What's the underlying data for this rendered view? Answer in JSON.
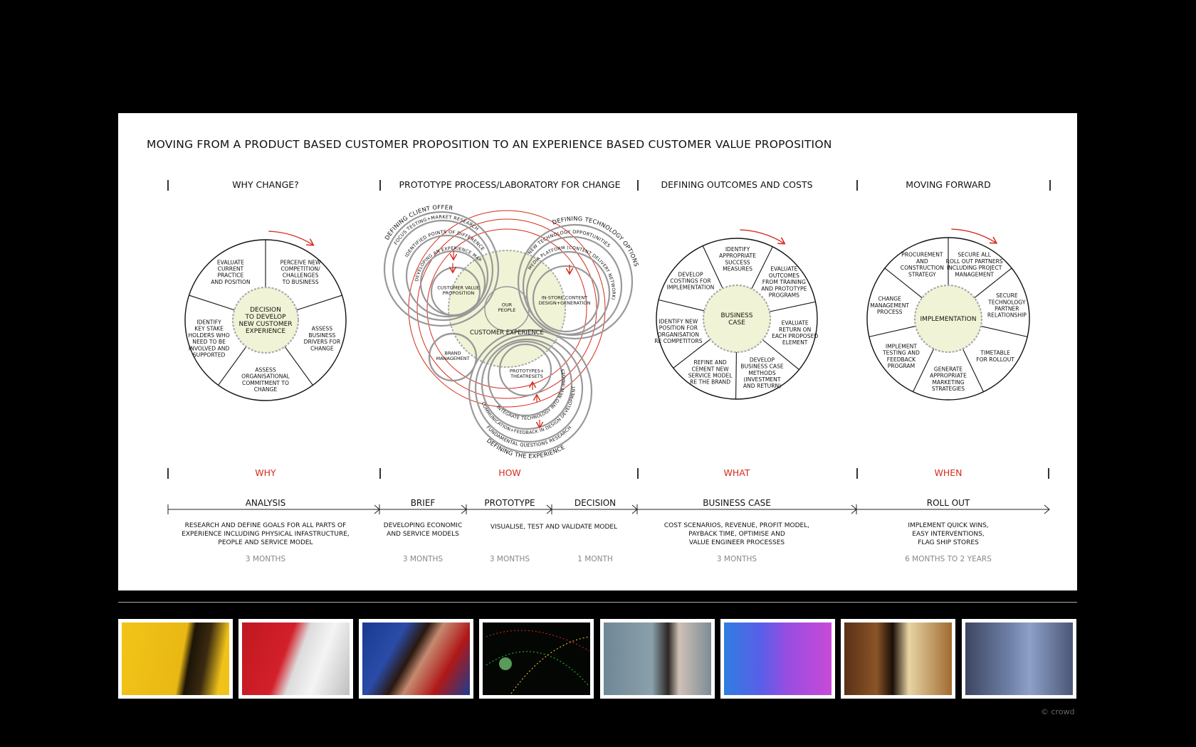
{
  "title": "MOVING FROM A PRODUCT BASED CUSTOMER PROPOSITION TO AN EXPERIENCE BASED CUSTOMER VALUE PROPOSITION",
  "sections": [
    {
      "header": "WHY CHANGE?",
      "question": "WHY"
    },
    {
      "header": "PROTOTYPE PROCESS/LABORATORY FOR CHANGE",
      "question": "HOW"
    },
    {
      "header": "DEFINING OUTCOMES AND COSTS",
      "question": "WHAT"
    },
    {
      "header": "MOVING FORWARD",
      "question": "WHEN"
    }
  ],
  "wheels": {
    "why": {
      "center": [
        "DECISION",
        "TO DEVELOP",
        "NEW CUSTOMER",
        "EXPERIENCE"
      ],
      "segments": [
        [
          "PERCEIVE NEW",
          "COMPETITION/",
          "CHALLENGES",
          "TO BUSINESS"
        ],
        [
          "ASSESS",
          "BUSINESS",
          "DRIVERS FOR",
          "CHANGE"
        ],
        [
          "ASSESS",
          "ORGANISATIONAL",
          "COMMITMENT TO",
          "CHANGE"
        ],
        [
          "IDENTIFY",
          "KEY STAKE",
          "HOLDERS WHO",
          "NEED TO BE",
          "INVOLVED AND",
          "SUPPORTED"
        ],
        [
          "EVALUATE",
          "CURRENT",
          "PRACTICE",
          "AND POSITION"
        ]
      ]
    },
    "what": {
      "center": [
        "BUSINESS",
        "CASE"
      ],
      "segments": [
        [
          "IDENTIFY",
          "APPROPRIATE",
          "SUCCESS",
          "MEASURES"
        ],
        [
          "EVALUATE",
          "OUTCOMES",
          "FROM TRAINING",
          "AND PROTOTYPE",
          "PROGRAMS"
        ],
        [
          "EVALUATE",
          "RETURN ON",
          "EACH PROPOSED",
          "ELEMENT"
        ],
        [
          "DEVELOP",
          "BUSINESS CASE",
          "METHODS",
          "(INVESTMENT",
          "AND RETURN)"
        ],
        [
          "REFINE AND",
          "CEMENT NEW",
          "SERVICE MODEL",
          "RE THE BRAND"
        ],
        [
          "IDENTIFY NEW",
          "POSITION FOR",
          "ORGANISATION",
          "RE COMPETITORS"
        ],
        [
          "DEVELOP",
          "COSTINGS FOR",
          "IMPLEMENTATION"
        ]
      ]
    },
    "when": {
      "center": [
        "IMPLEMENTATION"
      ],
      "segments": [
        [
          "SECURE ALL",
          "ROLL OUT PARTNERS",
          "INCLUDING PROJECT",
          "MANAGEMENT"
        ],
        [
          "SECURE",
          "TECHNOLOGY",
          "PARTNER",
          "RELATIONSHIP"
        ],
        [
          "TIMETABLE",
          "FOR ROLLOUT"
        ],
        [
          "GENERATE",
          "APPROPRIATE",
          "MARKETING",
          "STRATEGIES"
        ],
        [
          "IMPLEMENT",
          "TESTING AND",
          "FEEDBACK",
          "PROGRAM"
        ],
        [
          "CHANGE",
          "MANAGEMENT",
          "PROCESS"
        ],
        [
          "PROCUREMENT",
          "AND",
          "CONSTRUCTION",
          "STRATEGY"
        ]
      ]
    }
  },
  "how": {
    "center": "CUSTOMER EXPERIENCE",
    "our_people": [
      "OUR",
      "PEOPLE"
    ],
    "customer_value": [
      "CUSTOMER VALUE",
      "PROPOSITION"
    ],
    "in_store": [
      "IN-STORE CONTENT",
      "DESIGN+GENERATION"
    ],
    "prototypes": [
      "PROTOTYPES+",
      "THEATRESETS"
    ],
    "brand": [
      "BRAND",
      "MANAGEMENT"
    ],
    "client_arcs": [
      "DEFINING CLIENT OFFER",
      "FOCUS TESTING+MARKET RESEARCH",
      "IDENTIFIED POINTS OF DIFFERENCE",
      "DEVELOPING AN EXPERIENCE MAP"
    ],
    "tech_arcs": [
      "DEFINING TECHNOLOGY OPTIONS",
      "NEW TECHNOLOGY OPPORTUNITIES",
      "MEDIA PLATFORM (CONTENT DELIVERY NETWORK)"
    ],
    "exp_arcs": [
      "DEFINING THE EXPERIENCE",
      "FUNDAMENTAL QUESTIONS RESEARCH",
      "COMMUNICATION+FEEDBACK IN DESIGN DEVELOPMENT",
      "INTEGRATE TECHNOLOGY INTO NEW IMAGES"
    ]
  },
  "phases": [
    {
      "name": "ANALYSIS",
      "desc": "RESEARCH AND DEFINE GOALS FOR ALL PARTS OF\nEXPERIENCE INCLUDING PHYSICAL INFASTRUCTURE,\nPEOPLE AND SERVICE MODEL",
      "duration": "3 MONTHS"
    },
    {
      "name": "BRIEF",
      "desc": "DEVELOPING ECONOMIC\nAND SERVICE MODELS",
      "duration": "3 MONTHS"
    },
    {
      "name": "PROTOTYPE",
      "desc": "VISUALISE, TEST AND VALIDATE MODEL",
      "duration": "3 MONTHS"
    },
    {
      "name": "DECISION",
      "desc": "",
      "duration": "1 MONTH"
    },
    {
      "name": "BUSINESS CASE",
      "desc": "COST SCENARIOS, REVENUE, PROFIT MODEL,\nPAYBACK TIME, OPTIMISE AND\nVALUE ENGINEER PROCESSES",
      "duration": "3 MONTHS"
    },
    {
      "name": "ROLL OUT",
      "desc": "IMPLEMENT QUICK WINS,\nEASY INTERVENTIONS,\nFLAG SHIP STORES",
      "duration": "6 MONTHS TO 2 YEARS"
    }
  ],
  "copyright": "© crowd",
  "colors": {
    "accent": "#d52a1a",
    "center_fill": "#f1f3d6",
    "ring": "#999999"
  }
}
